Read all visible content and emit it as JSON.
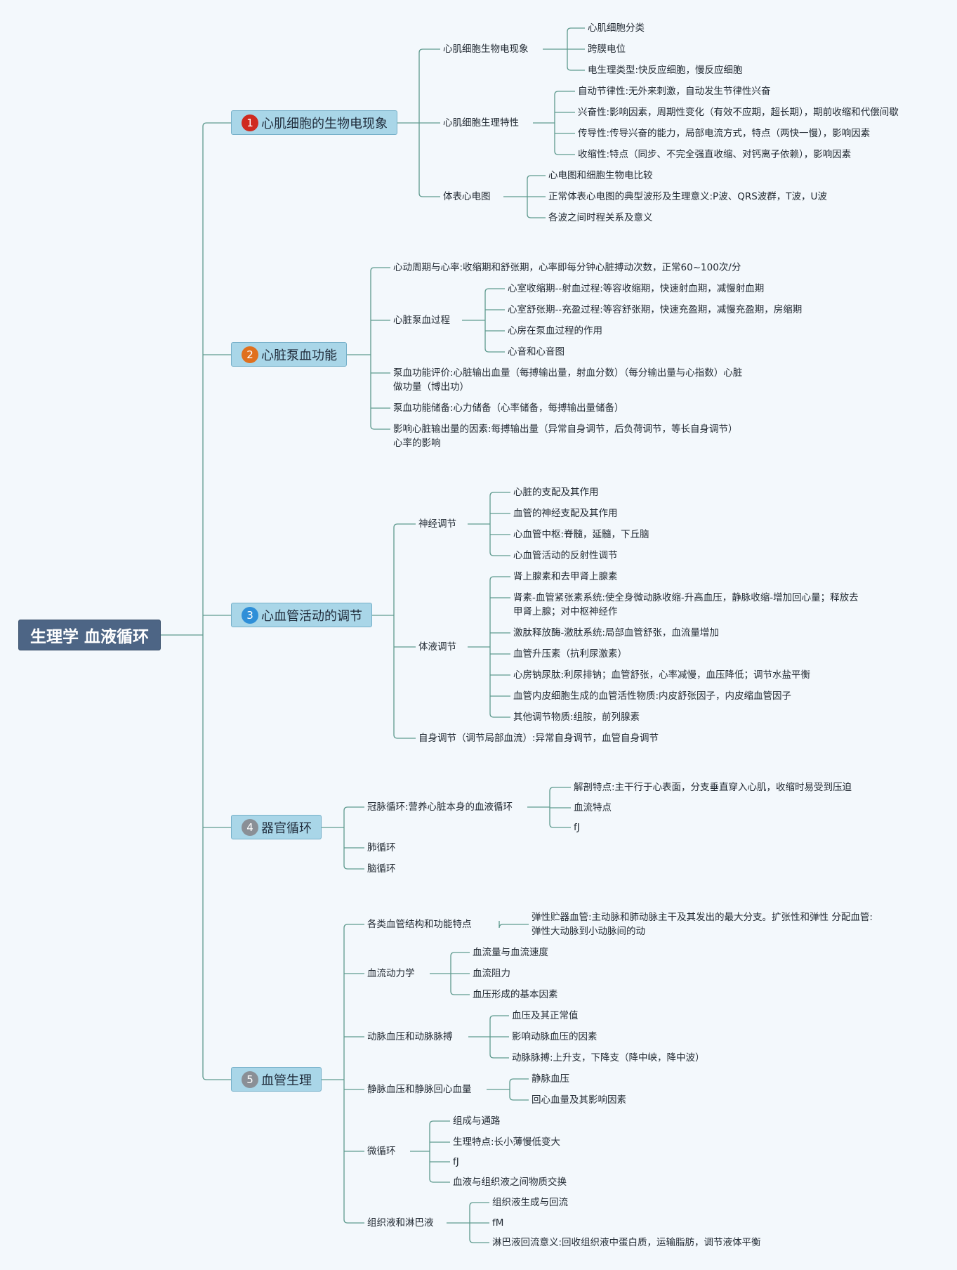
{
  "root": "生理学 血液循环",
  "colors": {
    "line": "#5e9a8e",
    "root_bg": "#4d6585",
    "branch_bg": "#a9d6e8",
    "badge_1": "#cf2a1f",
    "badge_2": "#e0701e",
    "badge_3": "#2f8fd8",
    "badge_4": "#8a8f96",
    "badge_5": "#8a8f96"
  },
  "branches": [
    {
      "num": "1",
      "label": "心肌细胞的生物电现象",
      "children": [
        {
          "label": "心肌细胞生物电现象",
          "children": [
            {
              "label": "心肌细胞分类"
            },
            {
              "label": "跨膜电位"
            },
            {
              "label": "电生理类型:快反应细胞，慢反应细胞"
            }
          ]
        },
        {
          "label": "心肌细胞生理特性",
          "children": [
            {
              "label": "自动节律性:无外来刺激，自动发生节律性兴奋"
            },
            {
              "label": "兴奋性:影响因素，周期性变化（有效不应期，超长期），期前收缩和代偿间歇"
            },
            {
              "label": "传导性:传导兴奋的能力，局部电流方式，特点（两快一慢），影响因素"
            },
            {
              "label": "收缩性:特点（同步、不完全强直收缩、对钙离子依赖），影响因素"
            }
          ]
        },
        {
          "label": "体表心电图",
          "children": [
            {
              "label": "心电图和细胞生物电比较"
            },
            {
              "label": "正常体表心电图的典型波形及生理意义:P波、QRS波群，T波，U波"
            },
            {
              "label": "各波之间时程关系及意义"
            }
          ]
        }
      ]
    },
    {
      "num": "2",
      "label": "心脏泵血功能",
      "children": [
        {
          "label": "心动周期与心率:收缩期和舒张期，心率即每分钟心脏搏动次数，正常60~100次/分"
        },
        {
          "label": "心脏泵血过程",
          "children": [
            {
              "label": "心室收缩期--射血过程:等容收缩期，快速射血期，减慢射血期"
            },
            {
              "label": "心室舒张期--充盈过程:等容舒张期，快速充盈期，减慢充盈期，房缩期"
            },
            {
              "label": "心房在泵血过程的作用"
            },
            {
              "label": "心音和心音图"
            }
          ]
        },
        {
          "label": "泵血功能评价:心脏输出血量（每搏输出量，射血分数）（每分输出量与心指数）心脏做功量（博出功）"
        },
        {
          "label": "泵血功能储备:心力储备（心率储备，每搏输出量储备）"
        },
        {
          "label": "影响心脏输出量的因素:每搏输出量（异常自身调节，后负荷调节，等长自身调节）心率的影响"
        }
      ]
    },
    {
      "num": "3",
      "label": "心血管活动的调节",
      "children": [
        {
          "label": "神经调节",
          "children": [
            {
              "label": "心脏的支配及其作用"
            },
            {
              "label": "血管的神经支配及其作用"
            },
            {
              "label": "心血管中枢:脊髓，延髓，下丘脑"
            },
            {
              "label": "心血管活动的反射性调节"
            }
          ]
        },
        {
          "label": "体液调节",
          "children": [
            {
              "label": "肾上腺素和去甲肾上腺素"
            },
            {
              "label": "肾素-血管紧张素系统:使全身微动脉收缩-升高血压，静脉收缩-增加回心量；释放去甲肾上腺；对中枢神经作"
            },
            {
              "label": "激肽释放酶-激肽系统:局部血管舒张，血流量增加"
            },
            {
              "label": "血管升压素（抗利尿激素）"
            },
            {
              "label": "心房钠尿肽:利尿排钠；血管舒张，心率减慢，血压降低；调节水盐平衡"
            },
            {
              "label": "血管内皮细胞生成的血管活性物质:内皮舒张因子，内皮缩血管因子"
            },
            {
              "label": "其他调节物质:组胺，前列腺素"
            }
          ]
        },
        {
          "label": "自身调节（调节局部血流）:异常自身调节，血管自身调节"
        }
      ]
    },
    {
      "num": "4",
      "label": "器官循环",
      "children": [
        {
          "label": "冠脉循环:营养心脏本身的血液循环",
          "children": [
            {
              "label": "解剖特点:主干行于心表面，分支垂直穿入心肌，收缩时易受到压迫"
            },
            {
              "label": "血流特点"
            },
            {
              "label": "fJ"
            }
          ]
        },
        {
          "label": "肺循环"
        },
        {
          "label": "脑循环"
        }
      ]
    },
    {
      "num": "5",
      "label": "血管生理",
      "children": [
        {
          "label": "各类血管结构和功能特点",
          "children": [
            {
              "label": "弹性贮器血管:主动脉和肺动脉主干及其发出的最大分支。扩张性和弹性 分配血管:弹性大动脉到小动脉间的动"
            }
          ]
        },
        {
          "label": "血流动力学",
          "children": [
            {
              "label": "血流量与血流速度"
            },
            {
              "label": "血流阻力"
            },
            {
              "label": "血压形成的基本因素"
            }
          ]
        },
        {
          "label": "动脉血压和动脉脉搏",
          "children": [
            {
              "label": "血压及其正常值"
            },
            {
              "label": "影响动脉血压的因素"
            },
            {
              "label": "动脉脉搏:上升支，下降支（降中峡，降中波）"
            }
          ]
        },
        {
          "label": "静脉血压和静脉回心血量",
          "children": [
            {
              "label": "静脉血压"
            },
            {
              "label": "回心血量及其影响因素"
            }
          ]
        },
        {
          "label": "微循环",
          "children": [
            {
              "label": "组成与通路"
            },
            {
              "label": "生理特点:长小薄慢低变大"
            },
            {
              "label": "fJ"
            },
            {
              "label": "血液与组织液之间物质交换"
            }
          ]
        },
        {
          "label": "组织液和淋巴液",
          "children": [
            {
              "label": "组织液生成与回流"
            },
            {
              "label": "fM"
            },
            {
              "label": "淋巴液回流意义:回收组织液中蛋白质，运输脂肪，调节液体平衡"
            }
          ]
        }
      ]
    }
  ]
}
